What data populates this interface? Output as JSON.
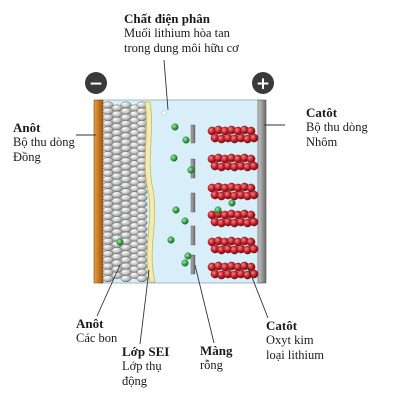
{
  "labels": {
    "electrolyte": {
      "title": "Chất điện phân",
      "line1": "Muối lithium hòa tan",
      "line2": "trong dung môi hữu cơ"
    },
    "anode_collector": {
      "title": "Anôt",
      "line1": "Bộ thu dòng",
      "line2": "Đồng"
    },
    "cathode_collector": {
      "title": "Catôt",
      "line1": "Bộ thu dòng",
      "line2": "Nhôm"
    },
    "anode_material": {
      "title": "Anôt",
      "line1": "Các bon"
    },
    "sei": {
      "title": "Lớp SEI",
      "line1": "Lớp thụ",
      "line2": "động"
    },
    "separator": {
      "title": "Màng",
      "line1": "rỗng"
    },
    "cathode_material": {
      "title": "Catôt",
      "line1": "Oxyt kim",
      "line2": "loại lithium"
    }
  },
  "terminals": {
    "negative": "−",
    "positive": "+"
  },
  "colors": {
    "electrolyte": "#d8eef8",
    "copper": "#d4872a",
    "aluminum": "#9a9a9a",
    "graphite": "#c8c8c8",
    "sei": "#f3ecb0",
    "lithium_ion": "#3aa64a",
    "cathode_particle": "#c0202a",
    "separator": "#8a8a8a"
  }
}
